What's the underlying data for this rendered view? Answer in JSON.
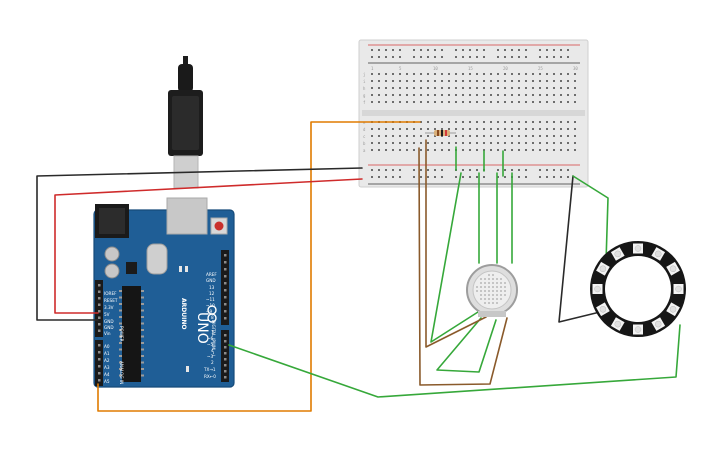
{
  "colors": {
    "board": "#1f5e96",
    "board_edge": "#164b7a",
    "breadboard": "#e7e7e7",
    "wire_orange": "#e07b00",
    "wire_black": "#2a2a2a",
    "wire_red": "#cf2b2b",
    "wire_green": "#36a83a",
    "wire_brown": "#8a5a2b",
    "rail_red": "#d33a3a",
    "rail_black": "#333333"
  },
  "arduino": {
    "model_label": "UNO",
    "brand_label": "ARDUINO",
    "power_header_label": "POWER",
    "analog_header_label": "ANALOG IN",
    "digital_header_label": "DIGITAL (PWM ~)",
    "aref_label": "AREF",
    "gnd_label": "GND",
    "tx_label": "TX",
    "rx_label": "RX",
    "power_pins": [
      "IOREF",
      "RESET",
      "3.3V",
      "5V",
      "GND",
      "GND",
      "Vin"
    ],
    "analog_pins": [
      "A0",
      "A1",
      "A2",
      "A3",
      "A4",
      "A5"
    ],
    "digital_pins": [
      "13",
      "12",
      "~11",
      "~10",
      "~9",
      "8",
      "7",
      "~6",
      "~5",
      "4",
      "~3",
      "2",
      "TX→1",
      "RX←0"
    ]
  },
  "breadboard": {
    "column_numbers": [
      "1",
      "5",
      "10",
      "15",
      "20",
      "25",
      "30"
    ],
    "row_letters_top": [
      "j",
      "i",
      "h",
      "g",
      "f"
    ],
    "row_letters_bottom": [
      "e",
      "d",
      "c",
      "b",
      "a"
    ]
  },
  "components": {
    "usb_cable": "usb-cable",
    "resistor": "resistor",
    "gas_sensor": "gas-sensor",
    "neopixel_ring_pixels": 12
  }
}
